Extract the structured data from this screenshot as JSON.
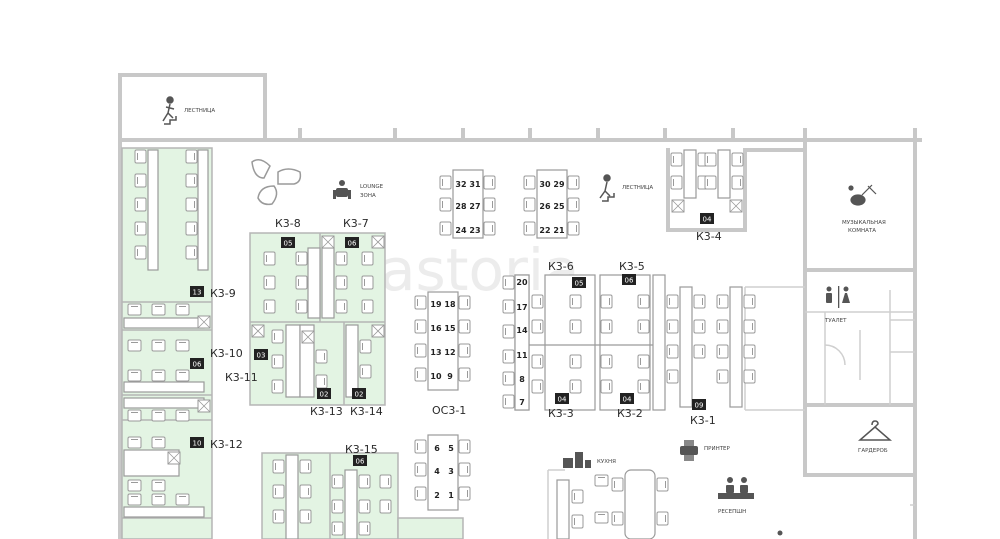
{
  "colors": {
    "wall": "#c8c8c8",
    "zone_fill": "#e3f4e3",
    "zone_stroke": "#b5b5b5",
    "desk": "#9a9a9a",
    "badge": "#222222",
    "text": "#2a2a2a",
    "watermark": "#e9e9e9"
  },
  "watermark": "astoria",
  "labels": {
    "stairs_top": "ЛЕСТНИЦА",
    "stairs_mid": "ЛЕСТНИЦА",
    "lounge_1": "LOUNGE",
    "lounge_2": "ЗОНА",
    "music_1": "МУЗЫКАЛЬНАЯ",
    "music_2": "КОМНАТА",
    "toilet": "ТУАЛЕТ",
    "wardrobe": "ГАРДЕРОБ",
    "kitchen": "КУХНЯ",
    "printer": "ПРИНТЕР",
    "reception": "РЕСЕПШН"
  },
  "zones": [
    {
      "id": "z9",
      "name": "К3-9",
      "badge": "13"
    },
    {
      "id": "z10",
      "name": "К3-10",
      "badge": "06"
    },
    {
      "id": "z11",
      "name": "К3-11",
      "badge": "03"
    },
    {
      "id": "z12",
      "name": "К3-12",
      "badge": "10"
    },
    {
      "id": "z8",
      "name": "К3-8",
      "badge": "05"
    },
    {
      "id": "z7",
      "name": "К3-7",
      "badge": "06"
    },
    {
      "id": "z13",
      "name": "К3-13",
      "badge": "02"
    },
    {
      "id": "z14",
      "name": "К3-14",
      "badge": "02"
    },
    {
      "id": "z15",
      "name": "К3-15",
      "badge": "06"
    },
    {
      "id": "z6",
      "name": "К3-6",
      "badge": "05"
    },
    {
      "id": "z5",
      "name": "К3-5",
      "badge": "06"
    },
    {
      "id": "z3",
      "name": "К3-3",
      "badge": "04"
    },
    {
      "id": "z2",
      "name": "К3-2",
      "badge": "04"
    },
    {
      "id": "z1",
      "name": "К3-1",
      "badge": "09"
    },
    {
      "id": "z4",
      "name": "К3-4",
      "badge": "04"
    },
    {
      "id": "os1",
      "name": "ОС3-1",
      "badge": ""
    }
  ],
  "seats": {
    "cluster_a": [
      "32",
      "31",
      "28",
      "27",
      "24",
      "23"
    ],
    "cluster_b": [
      "30",
      "29",
      "26",
      "25",
      "22",
      "21"
    ],
    "os_cluster": [
      "19",
      "18",
      "16",
      "15",
      "13",
      "12",
      "10",
      "9"
    ],
    "k36_column": [
      "20",
      "17",
      "14",
      "11",
      "8",
      "7"
    ],
    "bottom_cluster": [
      "6",
      "5",
      "4",
      "3",
      "2",
      "1"
    ]
  }
}
